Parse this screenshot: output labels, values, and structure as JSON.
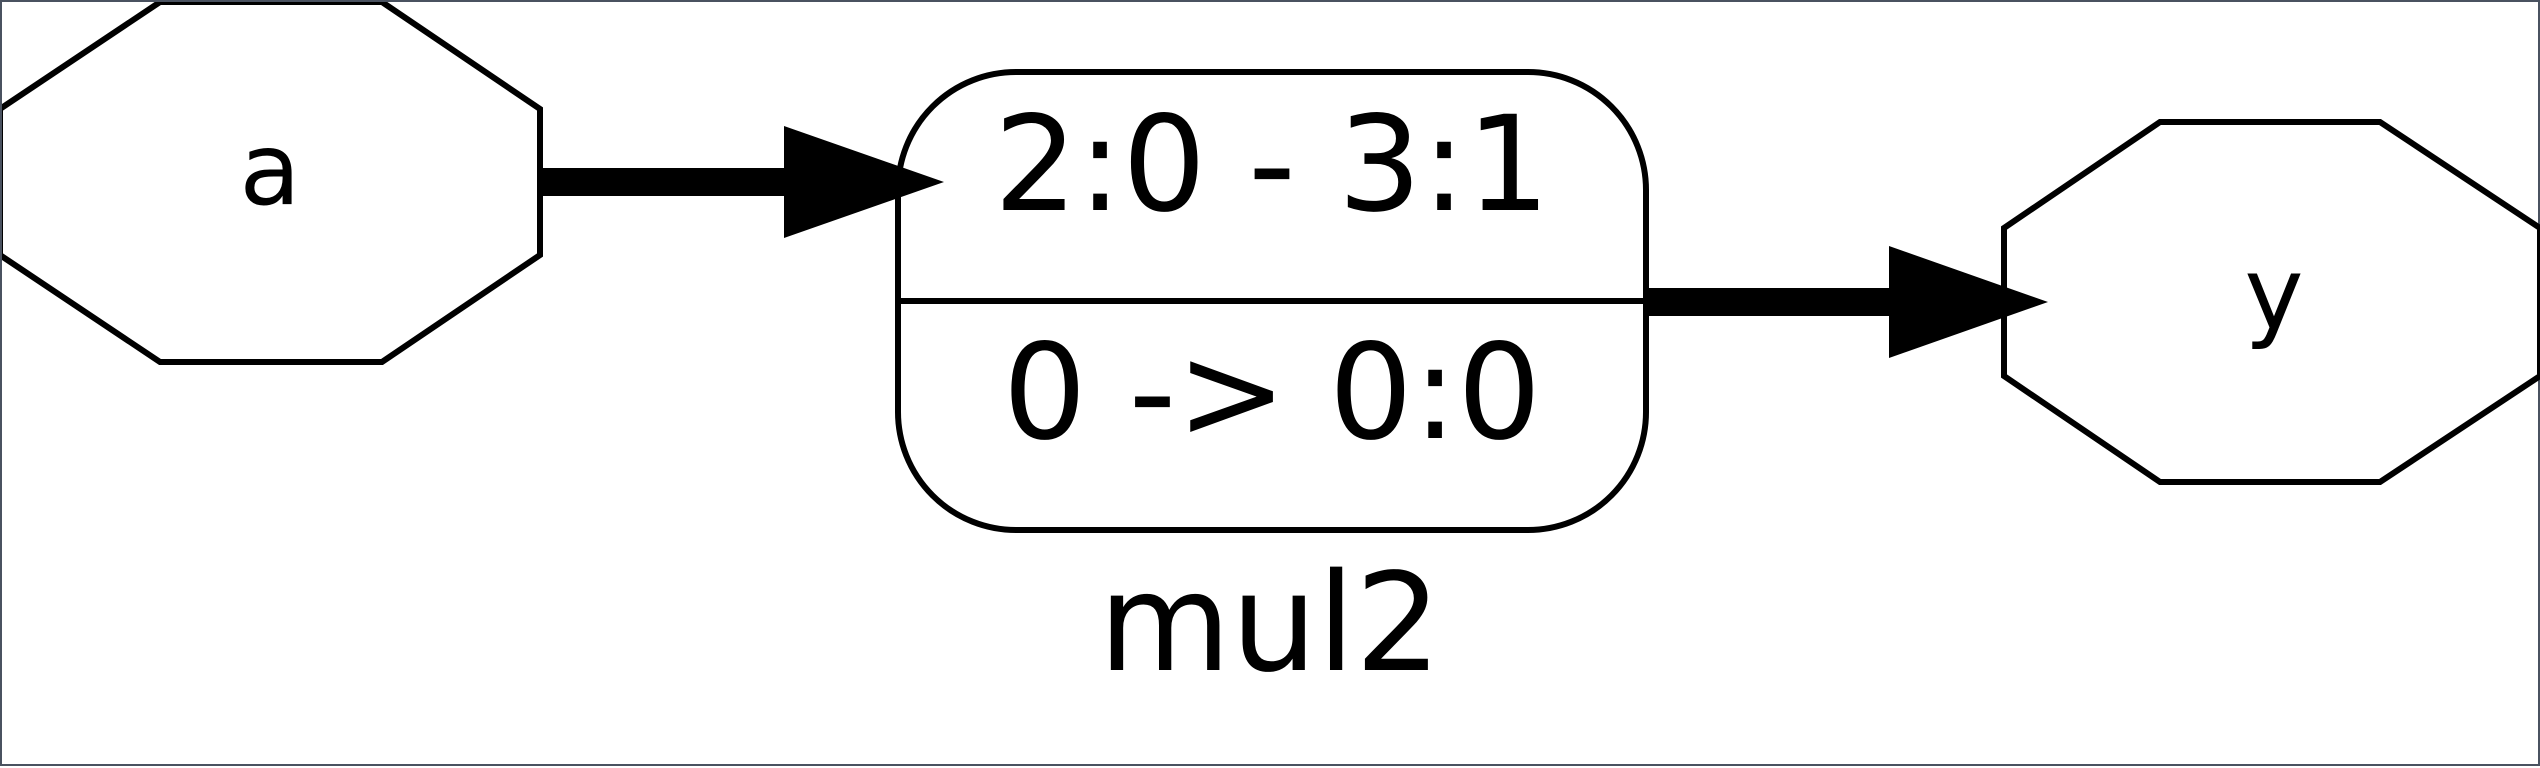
{
  "diagram": {
    "input_node": {
      "label": "a"
    },
    "cell": {
      "top_label": "2:0 - 3:1",
      "bottom_label": "0 -> 0:0",
      "caption": "mul2"
    },
    "output_node": {
      "label": "y"
    }
  }
}
